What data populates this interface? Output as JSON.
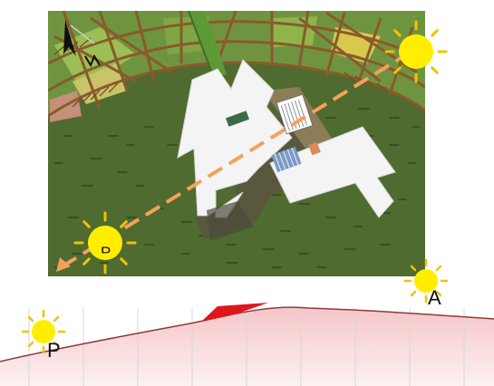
{
  "site_plan": {
    "colors": {
      "field": "#4e6a2e",
      "field_dark": "#34471f",
      "hedge": "#8a5a2c",
      "building": "#f3f3f3",
      "sun": "#ffee00",
      "sun_ray": "#f2c200",
      "sun_path": "#f4a15d"
    },
    "icons": [
      "north-arrow-icon",
      "sun-icon",
      "sun-path-arrow-icon"
    ],
    "sunset_label": "P"
  },
  "elevation": {
    "colors": {
      "ground_top": "#f6cccd",
      "ground_bottom": "#fdf0f0",
      "ridge_line": "#8e3a3a",
      "roof_mark": "#e0161b",
      "grid": "#dddddd"
    },
    "sunset_label": "P",
    "sunrise_label": "A"
  }
}
